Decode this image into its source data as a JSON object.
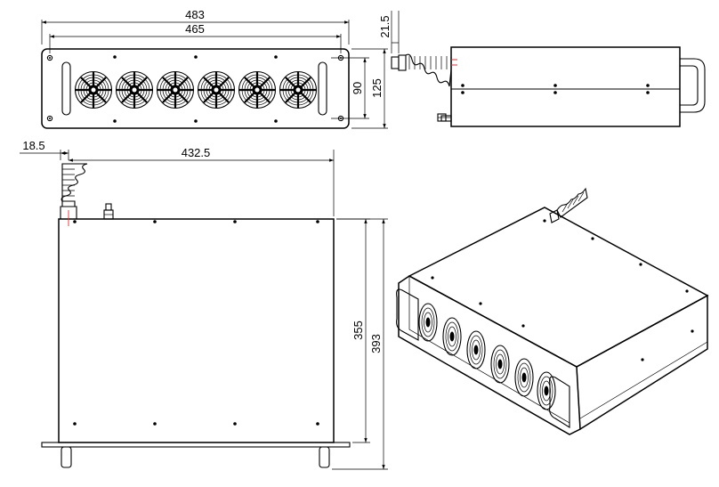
{
  "dimensions": {
    "overall_width": "483",
    "mounting_width": "465",
    "panel_offset": "21.5",
    "fan_area_height": "90",
    "panel_height": "125",
    "connector_offset": "18.5",
    "body_width": "432.5",
    "body_depth": "355",
    "overall_depth": "393"
  },
  "views": [
    {
      "name": "front-view",
      "fan_count": 6
    },
    {
      "name": "side-view"
    },
    {
      "name": "top-view"
    },
    {
      "name": "isometric-view",
      "fan_count": 6
    }
  ]
}
